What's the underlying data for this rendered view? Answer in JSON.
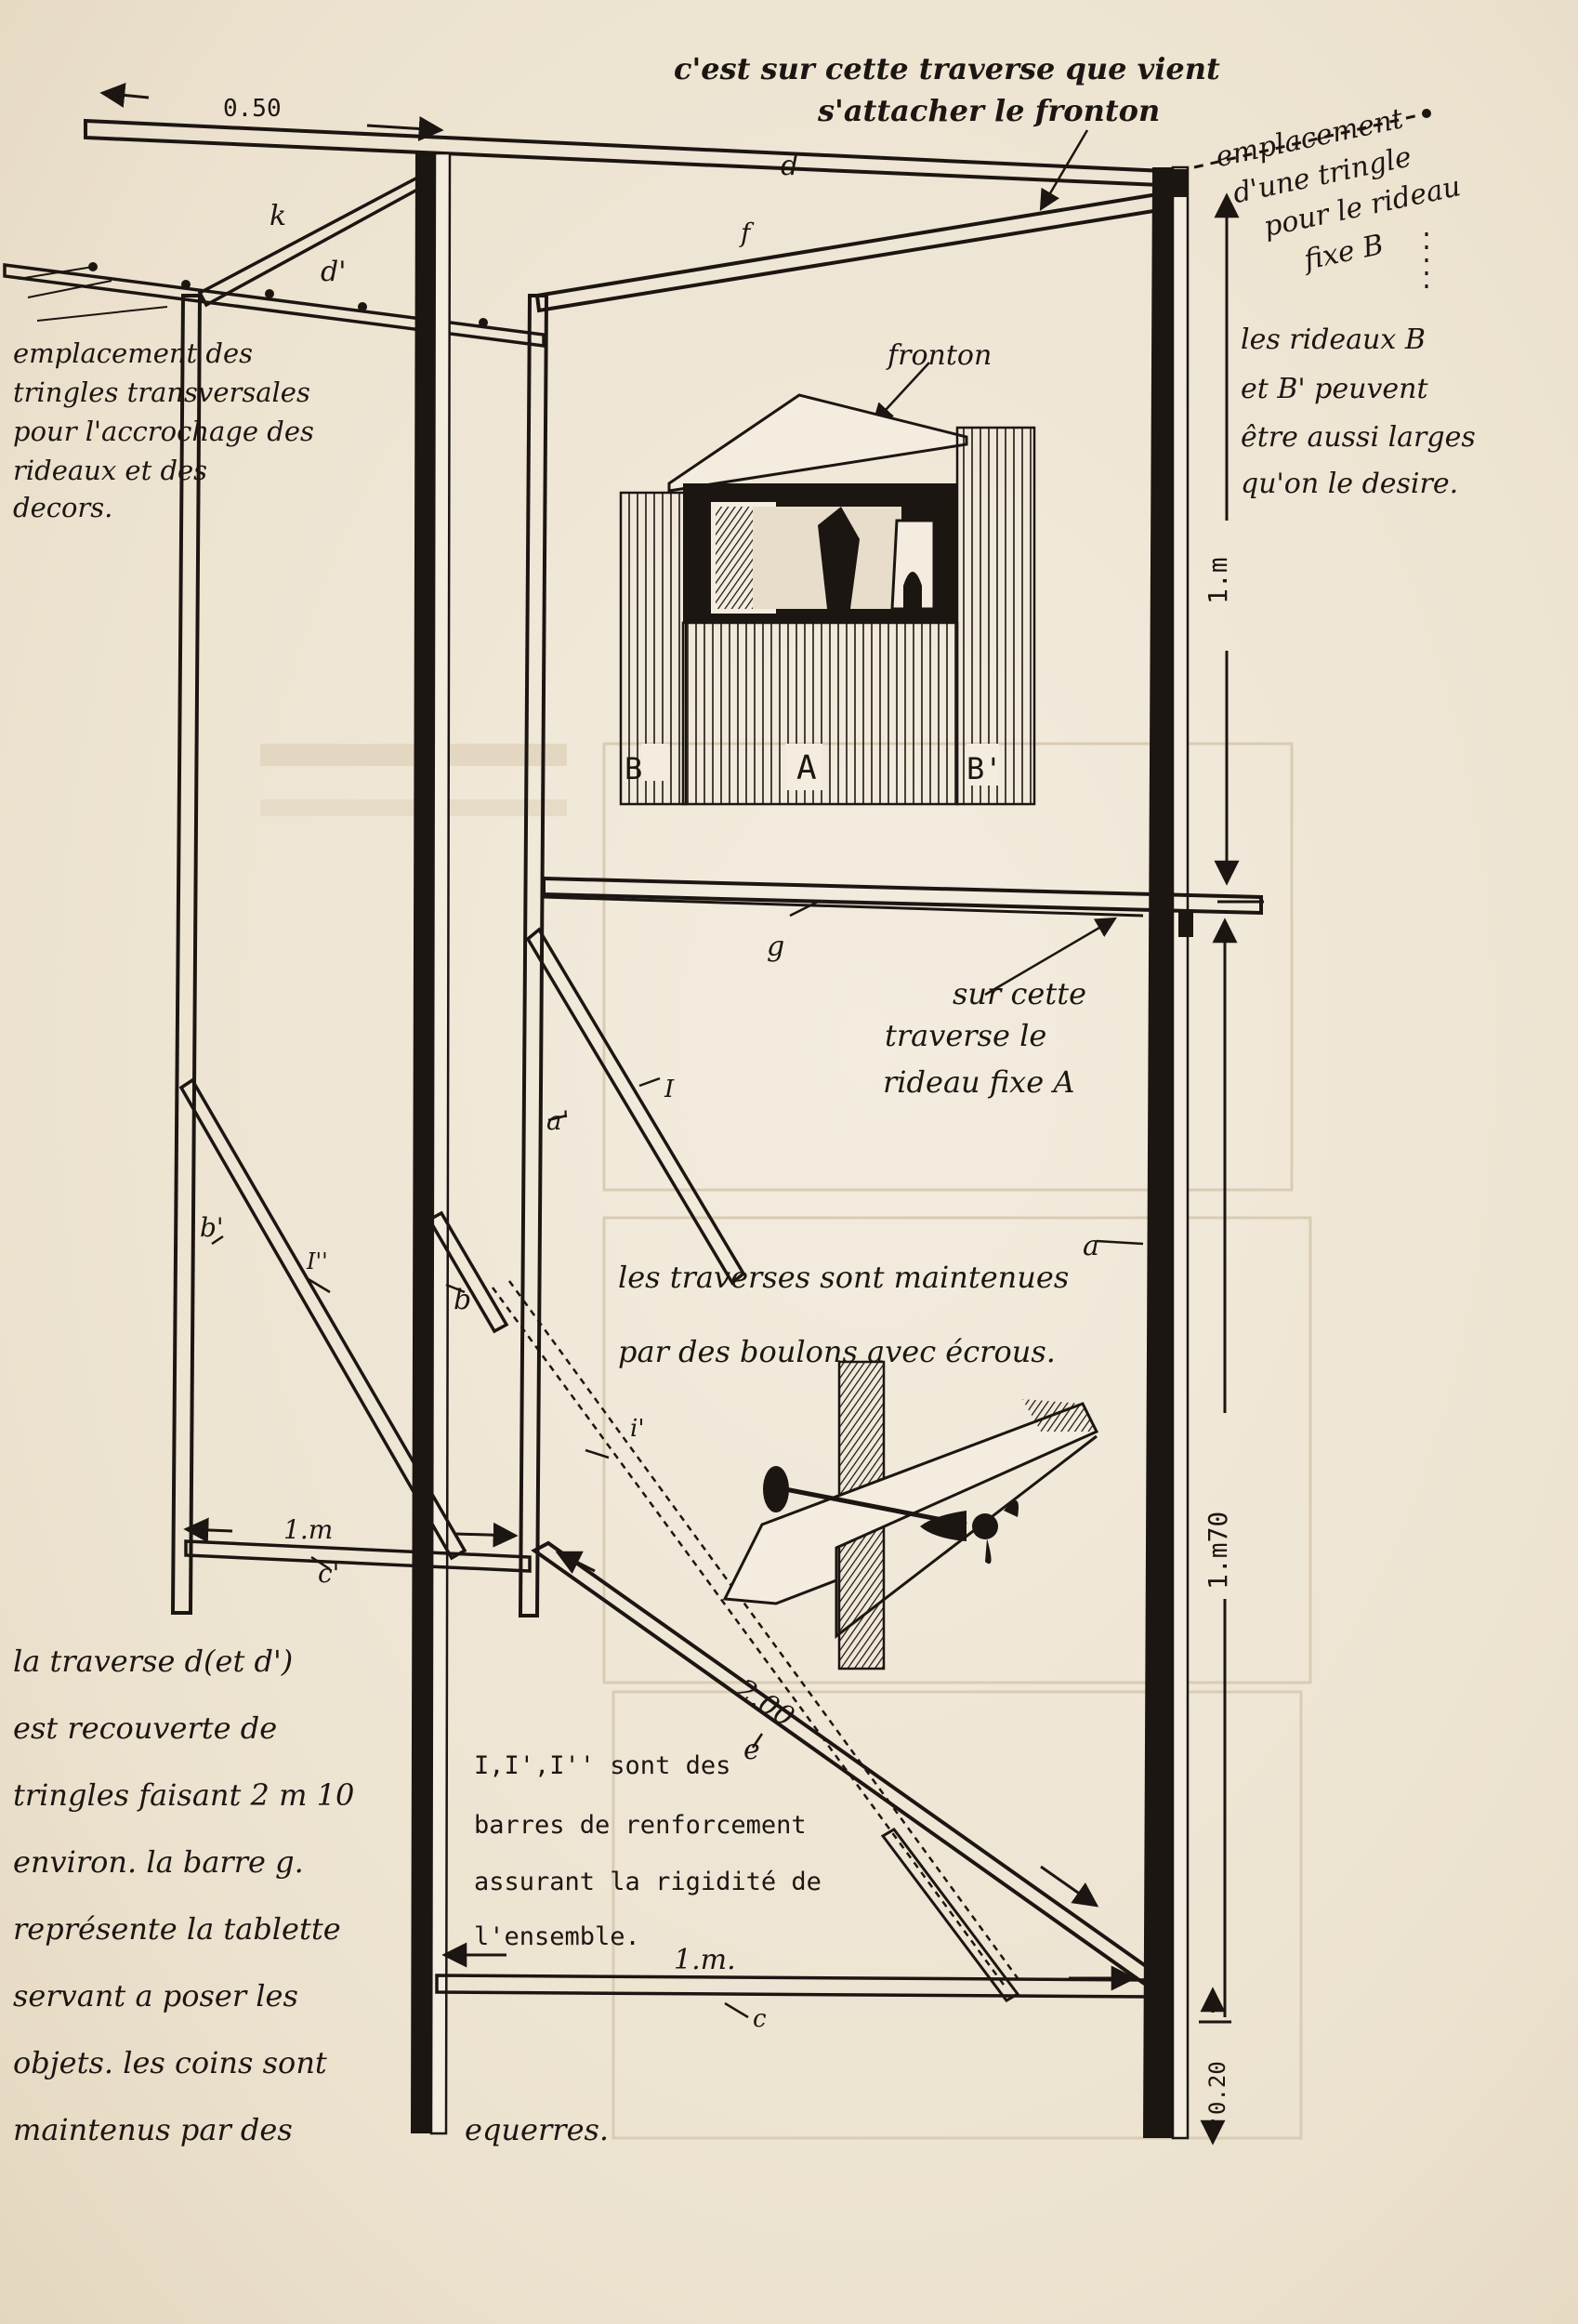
{
  "dimensions": {
    "top_width": "0.50",
    "height_upper": "1.m",
    "height_lower": "1.m70",
    "base_offset": "0.20",
    "bottom_width_left": "1.m",
    "bottom_width_right": "1.m.",
    "diagonal_length": "2.00"
  },
  "notes": {
    "fronton_line1": "c'est sur cette traverse que vient",
    "fronton_line2": "s'attacher le fronton",
    "tringle_lines": [
      "emplacement",
      "d'une tringle",
      "pour le rideau",
      "fixe B"
    ],
    "curtains_lines": [
      "les rideaux B",
      "et B' peuvent",
      "être aussi larges",
      "qu'on le desire."
    ],
    "transversal_lines": [
      "emplacement des",
      "tringles transversales",
      "pour l'accrochage des",
      "rideaux    et des",
      "decors."
    ],
    "fixed_curtain_lines": [
      "sur cette",
      "traverse le",
      "rideau fixe A"
    ],
    "bolts_lines": [
      "les traverses sont maintenues",
      "par des boulons avec écrous."
    ],
    "reinforcement_lines": [
      "I,I',I'' sont des",
      "barres de renforcement",
      "assurant la rigidité de",
      "l'ensemble."
    ],
    "traverse_lines": [
      "la traverse d(et d')",
      "est recouverte de",
      "tringles faisant 2 m 10",
      "environ. la barre g.",
      "représente la tablette",
      "servant a poser les",
      "objets. les coins sont",
      "maintenus par des"
    ],
    "equerres": "equerres."
  },
  "labels": {
    "d": "d",
    "f": "f",
    "k": "k",
    "d_prime": "d'",
    "a": "a",
    "a_prime": "a'",
    "b": "b",
    "b_prime": "b'",
    "c": "c",
    "c_prime": "c'",
    "e": "e",
    "g": "g",
    "i": "I",
    "i_prime": "i'",
    "i_double": "I''",
    "fronton": "fronton",
    "curtain_b": "B",
    "curtain_a": "A",
    "curtain_b_prime": "B'"
  },
  "colors": {
    "ink": "#1c1612",
    "paper": "#efe6d6"
  }
}
